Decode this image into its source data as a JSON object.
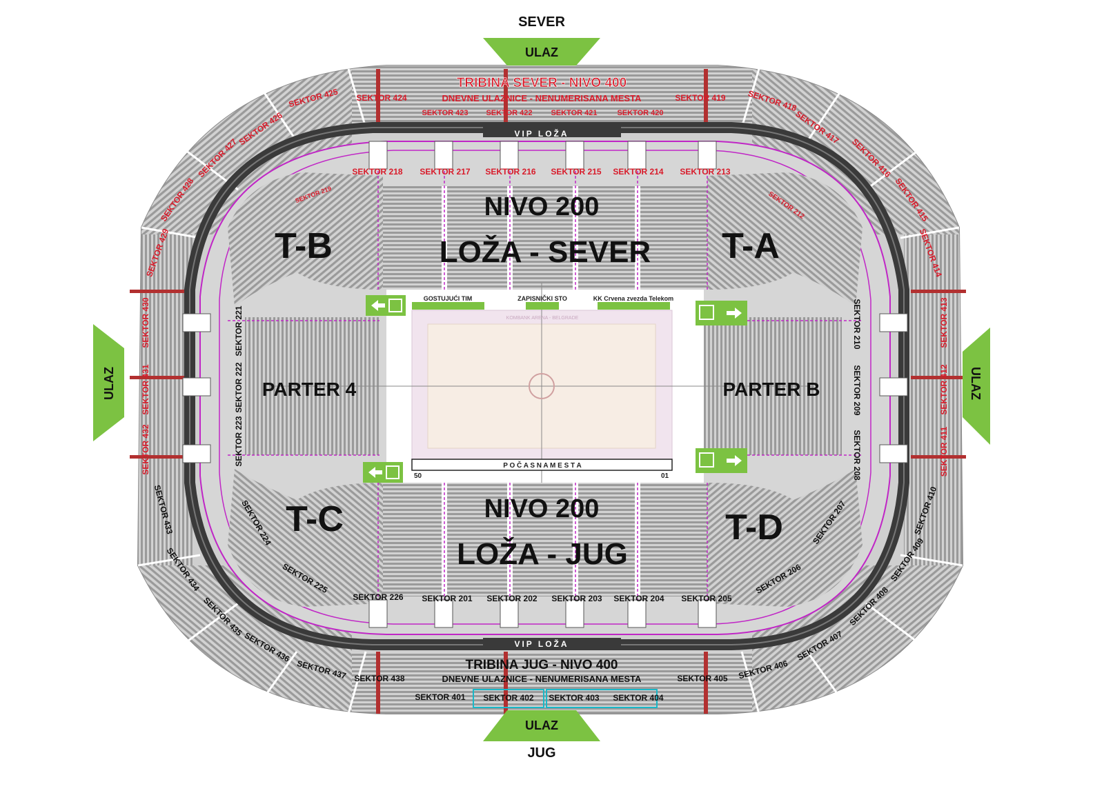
{
  "compass": {
    "north": "SEVER",
    "south": "JUG"
  },
  "entrances": {
    "label": "ULAZ"
  },
  "tribina_sever": {
    "title": "TRIBINA SEVER - NIVO 400",
    "subtitle": "DNEVNE ULAZNICE - NENUMERISANA MESTA"
  },
  "tribina_jug": {
    "title": "TRIBINA JUG - NIVO 400",
    "subtitle": "DNEVNE ULAZNICE - NENUMERISANA MESTA"
  },
  "vip_loza": "VIP LOŽA",
  "nivo": "NIVO 200",
  "loza_sever": "LOŽA - SEVER",
  "loza_jug": "LOŽA - JUG",
  "corners": {
    "ta": "T-A",
    "tb": "T-B",
    "tc": "T-C",
    "td": "T-D"
  },
  "parter_west": "PARTER 4",
  "parter_east": "PARTER B",
  "court": {
    "gostujuci": "GOSTUJUĆI TIM",
    "zapisnicki": "ZAPISNIČKI STO",
    "home": "KK Crvena zvezda Telekom",
    "arena": "KOMBANK ARENA - BELGRADE",
    "pocasna": "P O Č A S N A   M E S T A",
    "p50": "50",
    "p01": "01"
  },
  "sectors_200_north": [
    "SEKTOR 218",
    "SEKTOR 217",
    "SEKTOR 216",
    "SEKTOR 215",
    "SEKTOR 214",
    "SEKTOR 213"
  ],
  "sectors_200_south": [
    "SEKTOR 226",
    "SEKTOR 201",
    "SEKTOR 202",
    "SEKTOR 203",
    "SEKTOR 204",
    "SEKTOR 205"
  ],
  "sectors_200_east": [
    "SEKTOR 210",
    "SEKTOR 209",
    "SEKTOR 208",
    "SEKTOR 207",
    "SEKTOR 206",
    "SEKTOR 212"
  ],
  "sectors_200_west": [
    "SEKTOR 221",
    "SEKTOR 222",
    "SEKTOR 223",
    "SEKTOR 224",
    "SEKTOR 225",
    "SEKTOR 219"
  ],
  "sectors_400_north": [
    "SEKTOR 424",
    "SEKTOR 423",
    "SEKTOR 422",
    "SEKTOR 421",
    "SEKTOR 420",
    "SEKTOR 419",
    "SEKTOR 425",
    "SEKTOR 418"
  ],
  "sectors_400_north_corners": [
    "SEKTOR 426",
    "SEKTOR 427",
    "SEKTOR 428",
    "SEKTOR 429",
    "SEKTOR 417",
    "SEKTOR 416",
    "SEKTOR 415",
    "SEKTOR 414"
  ],
  "sectors_400_west": [
    "SEKTOR 430",
    "SEKTOR 431",
    "SEKTOR 432"
  ],
  "sectors_400_east": [
    "SEKTOR 413",
    "SEKTOR 412",
    "SEKTOR 411"
  ],
  "sectors_400_south": [
    "SEKTOR 437",
    "SEKTOR 438",
    "SEKTOR 401",
    "SEKTOR 402",
    "SEKTOR 403",
    "SEKTOR 404",
    "SEKTOR 405",
    "SEKTOR 406"
  ],
  "sectors_400_south_corners": [
    "SEKTOR 433",
    "SEKTOR 434",
    "SEKTOR 435",
    "SEKTOR 436",
    "SEKTOR 407",
    "SEKTOR 408",
    "SEKTOR 409",
    "SEKTOR 410"
  ],
  "colors": {
    "entrance_green": "#7cc242",
    "seat_gray": "#9a9a9a",
    "ring_dark": "#3a3a3a",
    "magenta": "#c026c6",
    "red_label": "#d81b2a",
    "court_pink": "#f1e4ee",
    "court_floor": "#f7ede4"
  }
}
